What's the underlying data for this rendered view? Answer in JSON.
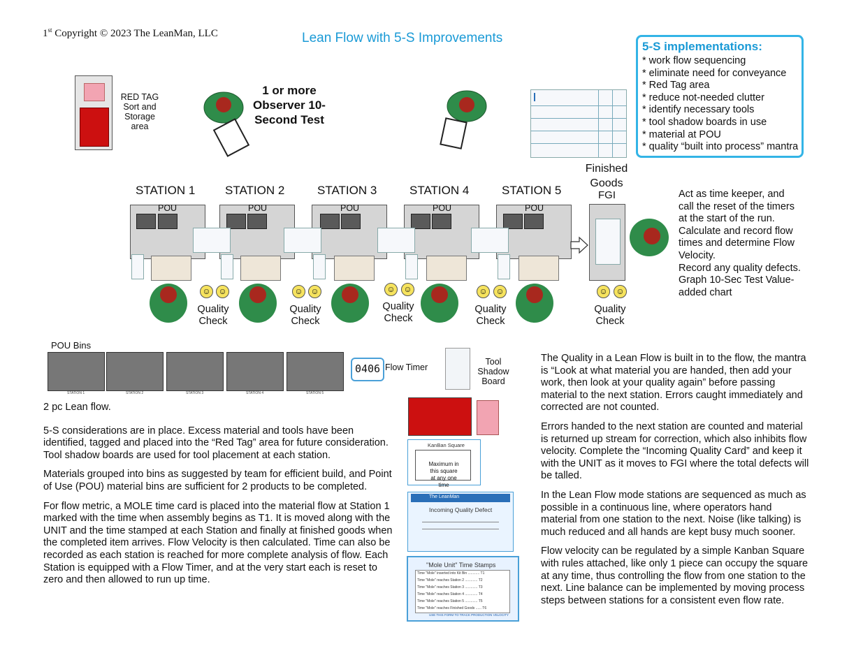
{
  "header": {
    "copyright_prefix": "1",
    "copyright_sup": "st",
    "copyright_text": " Copyright © 2023 The LeanMan, LLC",
    "title": "Lean Flow  with 5-S Improvements"
  },
  "fives": {
    "title": "5-S implementations:",
    "items": [
      "* work flow sequencing",
      "* eliminate need for conveyance",
      "* Red Tag area",
      "* reduce not-needed clutter",
      "* identify necessary tools",
      "* tool shadow boards in use",
      "* material at POU",
      "* quality “built into process” mantra"
    ]
  },
  "red_tag": {
    "label": "RED TAG Sort and Storage area"
  },
  "observer": {
    "label": "1 or more Observer 10-Second Test"
  },
  "stations": [
    {
      "name": "STATION 1",
      "pou": "POU"
    },
    {
      "name": "STATION 2",
      "pou": "POU"
    },
    {
      "name": "STATION 3",
      "pou": "POU"
    },
    {
      "name": "STATION 4",
      "pou": "POU"
    },
    {
      "name": "STATION 5",
      "pou": "POU"
    }
  ],
  "quality_check": "Quality Check",
  "finished_goods": {
    "label": "Finished Goods",
    "fgi": "FGI",
    "qc": "Quality Check"
  },
  "timekeeper": [
    "Act as time keeper, and call the reset of the timers at the start of the run.",
    "Calculate and record flow times and determine Flow Velocity.",
    "Record any quality defects.",
    "Graph 10-Sec Test Value-added chart"
  ],
  "pou_bins": {
    "label": "POU Bins",
    "captions": [
      "STATION 1",
      "STATION 2",
      "STATION 3",
      "STATION 4",
      "STATION 5"
    ]
  },
  "flow_timer": {
    "display": "0406",
    "label": "Flow Timer"
  },
  "tool_board": {
    "label": "Tool Shadow Board"
  },
  "left_text": [
    "2 pc Lean flow.",
    "5-S considerations are in place.  Excess material and tools have been identified, tagged and placed into the “Red Tag” area for future consideration. Tool shadow boards are used for tool placement at each station.",
    "Materials grouped into bins as suggested by team for efficient build, and Point of Use (POU) material bins are sufficient for 2 products to be completed.",
    "For flow metric, a MOLE time card is placed into the material flow at Station 1 marked with the time when assembly begins as T1. It is moved along with the UNIT and the time stamped at each Station and finally at finished goods when the completed item arrives.  Flow Velocity is then calculated. Time can also be recorded as each station is reached for more complete analysis of flow. Each Station is equipped with a Flow Timer, and at the very start each is reset to zero and then allowed to run up time."
  ],
  "right_text": [
    "The Quality in a Lean Flow is built in to the flow, the mantra is “Look at what material you are handed, then add your work, then look at your quality again” before passing material to the next station. Errors caught immediately and corrected are not counted.",
    "Errors handed to the next station are counted and material is returned up stream for correction, which also inhibits flow velocity. Complete the “Incoming Quality Card” and keep it with the UNIT as it moves to FGI where the total defects will be talled.",
    "In the Lean Flow mode stations are sequenced as much as possible in a continuous line, where operators hand material from one station to the next. Noise (like talking) is much reduced and all hands are kept busy much sooner.",
    "Flow velocity can be regulated by a simple Kanban Square with rules attached, like only 1 piece can occupy the square at any time, thus controlling the flow from one station to the next. Line balance can be implemented by moving process steps between stations for a consistent even flow rate."
  ],
  "kanban": {
    "title": "KanBan Square",
    "text": "Maximum in this square at any one time"
  },
  "quality_card": {
    "title": "Incoming Quality Defect",
    "brand": "The LeanMan"
  },
  "mole_card": {
    "title": "\"Mole Unit\" Time Stamps",
    "rows": [
      "Time \"Mole\" inserted into Kit Bin ............ T1",
      "Time \"Mole\" reaches  Station 2 ............. T2",
      "Time \"Mole\" reaches  Station 3 ............. T3",
      "Time \"Mole\" reaches  Station 4 ............. T4",
      "Time \"Mole\" reaches  Station 5 ............. T5",
      "Time \"Mole\" reaches Finished Goods ...... T6"
    ],
    "footer": "USE THIS FORM TO TRACK PRODUCTION VELOCITY"
  }
}
